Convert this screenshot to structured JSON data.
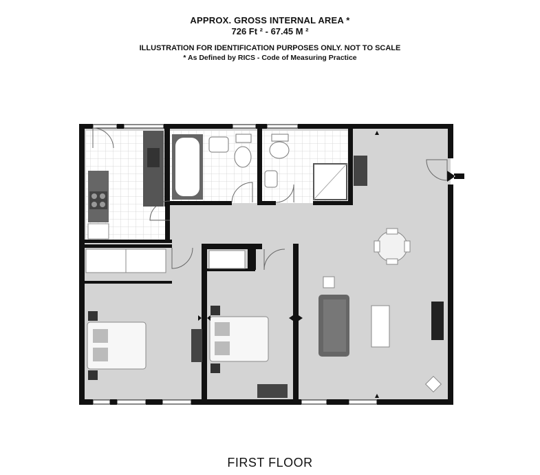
{
  "header": {
    "area_title": "APPROX. GROSS INTERNAL  AREA *",
    "area_value": "726 Ft ²  -  67.45 M ²",
    "disclaimer": "ILLUSTRATION FOR IDENTIFICATION PURPOSES ONLY. NOT TO SCALE",
    "definition": "* As Defined by RICS - Code of Measuring Practice"
  },
  "floor_label": "FIRST FLOOR",
  "colors": {
    "wall": "#111111",
    "floor": "#d4d4d4",
    "tile": "#ffffff",
    "tile_line": "#cfcfcf",
    "furniture_dark": "#555555",
    "bed": "#f7f7f7"
  },
  "icons": [
    "entrance-arrow-icon",
    "door-swing-icon",
    "bathtub-icon",
    "toilet-icon",
    "sink-icon",
    "shower-icon",
    "hob-icon",
    "bed-icon",
    "sofa-icon",
    "dining-table-icon",
    "tv-icon",
    "lamp-icon"
  ]
}
